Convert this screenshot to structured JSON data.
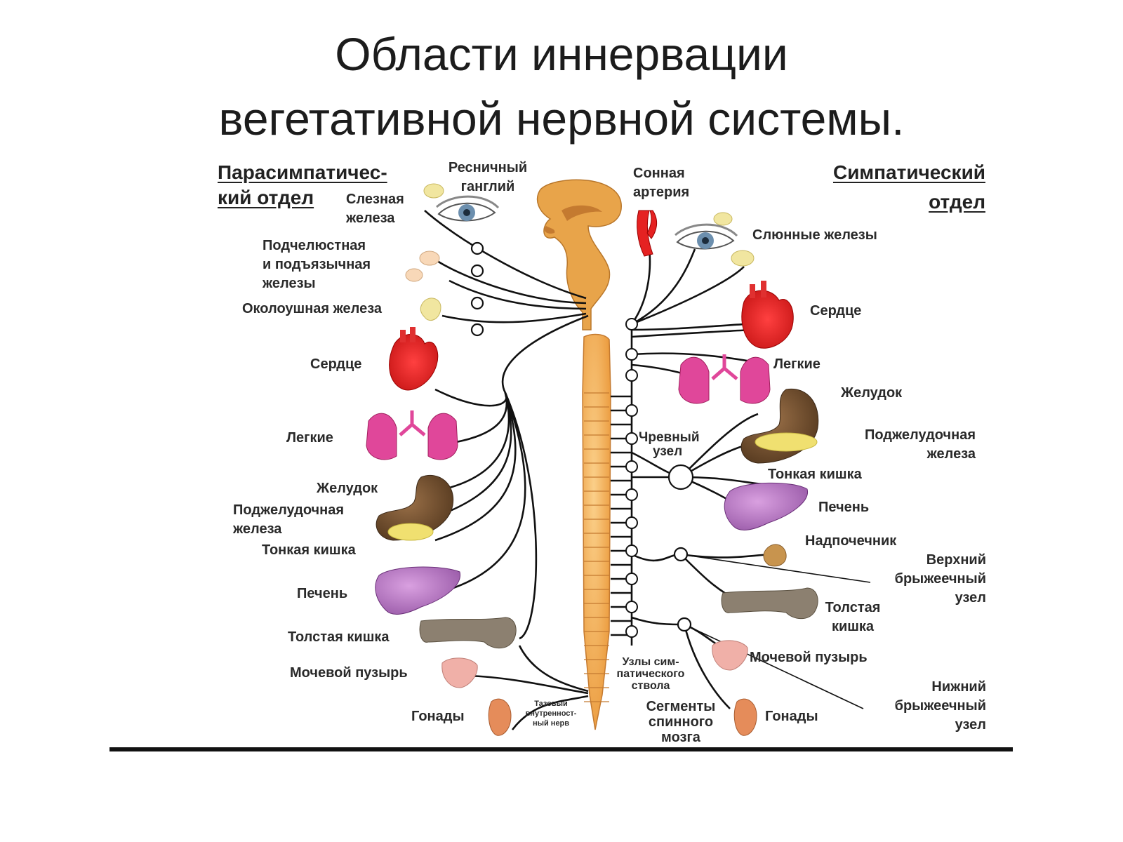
{
  "title": {
    "line1": "Области иннервации",
    "line2": "вегетативной нервной системы."
  },
  "parasympathetic": {
    "header_line1": "Парасимпатичес-",
    "header_line2": "кий отдел",
    "lacrimal_line1": "Слезная",
    "lacrimal_line2": "железа",
    "submandibular_line1": "Подчелюстная",
    "submandibular_line2": "и подъязычная",
    "submandibular_line3": "железы",
    "parotid": "Околоушная железа",
    "heart": "Сердце",
    "lungs": "Легкие",
    "stomach": "Желудок",
    "pancreas_line1": "Поджелудочная",
    "pancreas_line2": "железа",
    "small_intestine": "Тонкая кишка",
    "liver": "Печень",
    "colon": "Толстая кишка",
    "bladder": "Мочевой пузырь",
    "gonads": "Гонады"
  },
  "center": {
    "ciliary_line1": "Ресничный",
    "ciliary_line2": "ганглий",
    "carotid_line1": "Сонная",
    "carotid_line2": "артерия",
    "celiac_line1": "Чревный",
    "celiac_line2": "узел",
    "trunk_line1": "Узлы сим-",
    "trunk_line2": "патического",
    "trunk_line3": "ствола",
    "segments_line1": "Сегменты",
    "segments_line2": "спинного",
    "segments_line3": "мозга",
    "pelvic_line1": "Тазовый",
    "pelvic_line2": "внутренност-",
    "pelvic_line3": "ный нерв"
  },
  "sympathetic": {
    "header_line1": "Симпатический",
    "header_line2": "отдел",
    "salivary": "Слюнные железы",
    "heart": "Сердце",
    "lungs": "Легкие",
    "stomach": "Желудок",
    "pancreas_line1": "Поджелудочная",
    "pancreas_line2": "железа",
    "small_intestine": "Тонкая кишка",
    "liver": "Печень",
    "adrenal": "Надпочечник",
    "sup_mesenteric_line1": "Верхний",
    "sup_mesenteric_line2": "брыжеечный",
    "sup_mesenteric_line3": "узел",
    "colon_line1": "Толстая",
    "colon_line2": "кишка",
    "bladder": "Мочевой пузырь",
    "inf_mesenteric_line1": "Нижний",
    "inf_mesenteric_line2": "брыжеечный",
    "inf_mesenteric_line3": "узел",
    "gonads": "Гонады"
  },
  "colors": {
    "spine": "#f2a94a",
    "brain": "#e8a44a",
    "heart": "#e52222",
    "lungs": "#e0479a",
    "liver": "#b070b8",
    "stomach": "#6b4a2e",
    "pancreas": "#f0e070",
    "colon": "#8c8070",
    "bladder": "#f0b0a8",
    "gonad": "#e58c5a",
    "gland": "#f1e6a0",
    "nerve": "#111111"
  }
}
